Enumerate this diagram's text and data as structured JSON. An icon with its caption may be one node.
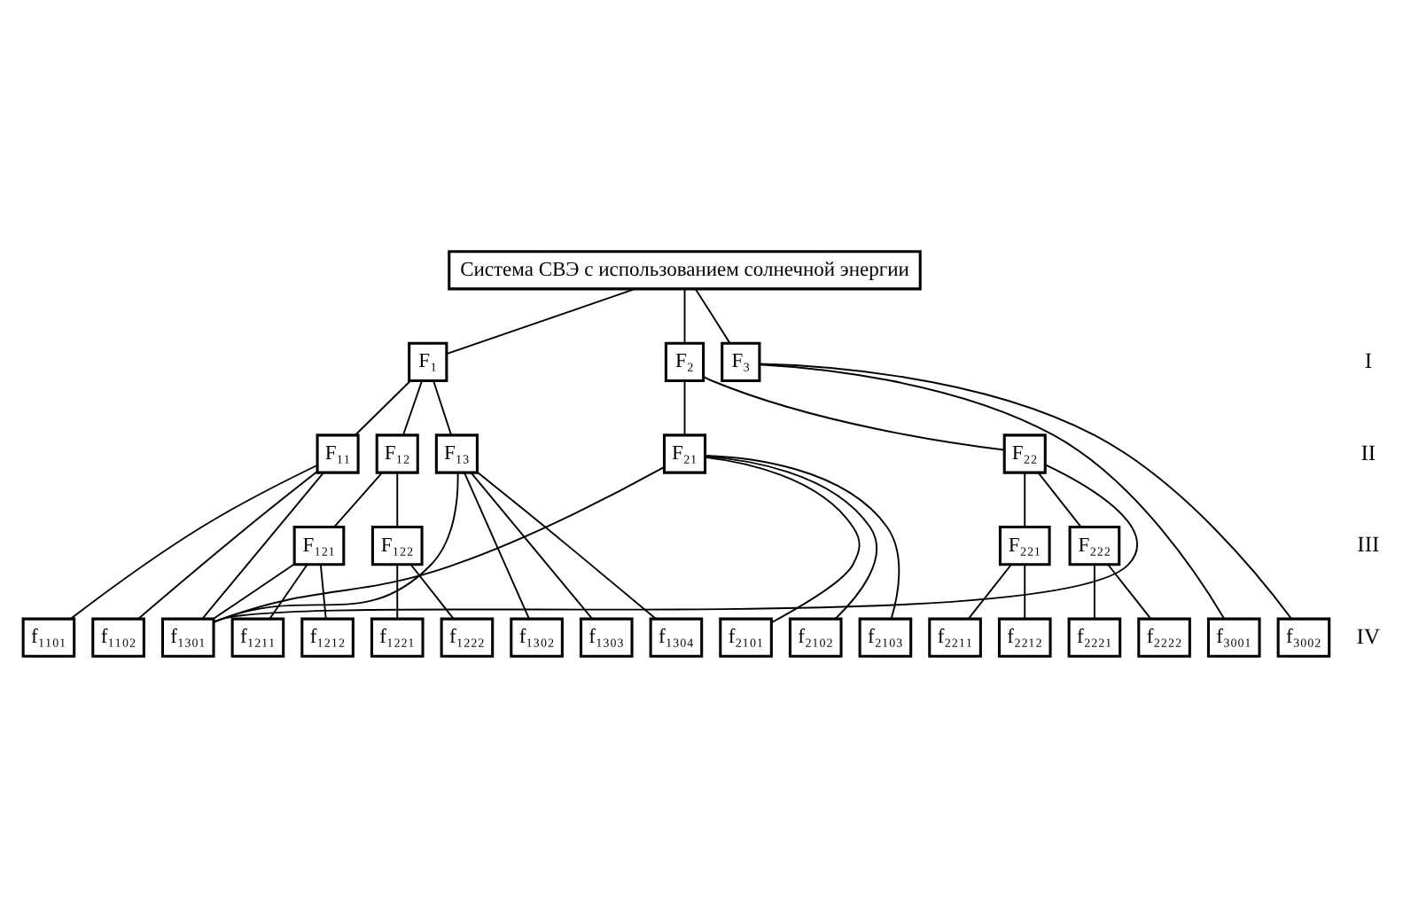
{
  "diagram": {
    "nodes": [
      {
        "text": [
          "Система СВЭ с использованием солнечной энергии"
        ]
      },
      {
        "text": [
          "F₁"
        ]
      },
      {
        "text": [
          "F₂"
        ]
      },
      {
        "text": [
          "F₃"
        ]
      },
      {
        "text": [
          "F₁₁"
        ]
      },
      {
        "text": [
          "F₁₂"
        ]
      },
      {
        "text": [
          "F₁₃"
        ]
      },
      {
        "text": [
          "F₂₁"
        ]
      },
      {
        "text": [
          "F₂₂"
        ]
      },
      {
        "text": [
          "F₁₂₁"
        ]
      },
      {
        "text": [
          "F₁₂₂"
        ]
      },
      {
        "text": [
          "F₂₂₁"
        ]
      },
      {
        "text": [
          "F₂₂₂"
        ]
      },
      {
        "text": [
          "f₁₁₀₁"
        ]
      },
      {
        "text": [
          "f₁₁₀₂"
        ]
      },
      {
        "text": [
          "f₁₂₁₁"
        ]
      },
      {
        "text": [
          "f₁₂₁₂"
        ]
      },
      {
        "text": [
          "f₁₂₂₁"
        ]
      },
      {
        "text": [
          "f₁₂₂₂"
        ]
      },
      {
        "text": [
          "f₁₃₀₁"
        ]
      },
      {
        "text": [
          "f₁₃₀₂"
        ]
      },
      {
        "text": [
          "f₁₃₀₃"
        ]
      },
      {
        "text": [
          "f₁₃₀₄"
        ]
      },
      {
        "text": [
          "f₂₁₀₁"
        ]
      },
      {
        "text": [
          "f₂₁₀₂"
        ]
      },
      {
        "text": [
          "f₂₁₀₃"
        ]
      },
      {
        "text": [
          "f₂₂₁₁"
        ]
      },
      {
        "text": [
          "f₂₂₁₂"
        ]
      },
      {
        "text": [
          "f₂₂₂₁"
        ]
      },
      {
        "text": [
          "f₂₂₂₂"
        ]
      },
      {
        "text": [
          "f₃₀₀₁"
        ]
      },
      {
        "text": [
          "f₃₀₀₂"
        ]
      }
    ],
    "edges": [
      {
        "from": 0,
        "to": 1,
        "arrow": "none"
      },
      {
        "from": 0,
        "to": 2,
        "arrow": "none"
      },
      {
        "from": 0,
        "to": 3,
        "arrow": "none"
      },
      {
        "from": 1,
        "to": 4,
        "arrow": "none"
      },
      {
        "from": 1,
        "to": 5,
        "arrow": "none"
      },
      {
        "from": 1,
        "to": 6,
        "arrow": "none"
      },
      {
        "from": 2,
        "to": 7,
        "arrow": "none"
      },
      {
        "from": 2,
        "to": 8,
        "arrow": "none"
      },
      {
        "from": 5,
        "to": 9,
        "arrow": "none"
      },
      {
        "from": 5,
        "to": 10,
        "arrow": "none"
      },
      {
        "from": 8,
        "to": 11,
        "arrow": "none"
      },
      {
        "from": 8,
        "to": 12,
        "arrow": "none"
      },
      {
        "from": 4,
        "to": 13,
        "arrow": "none"
      },
      {
        "from": 4,
        "to": 14,
        "arrow": "none"
      },
      {
        "from": 4,
        "to": 19,
        "arrow": "none"
      },
      {
        "from": 9,
        "to": 15,
        "arrow": "none"
      },
      {
        "from": 9,
        "to": 16,
        "arrow": "none"
      },
      {
        "from": 9,
        "to": 19,
        "arrow": "none"
      },
      {
        "from": 10,
        "to": 17,
        "arrow": "none"
      },
      {
        "from": 10,
        "to": 18,
        "arrow": "none"
      },
      {
        "from": 6,
        "to": 19,
        "arrow": "none"
      },
      {
        "from": 6,
        "to": 20,
        "arrow": "none"
      },
      {
        "from": 6,
        "to": 21,
        "arrow": "none"
      },
      {
        "from": 6,
        "to": 22,
        "arrow": "none"
      },
      {
        "from": 7,
        "to": 19,
        "arrow": "none"
      },
      {
        "from": 7,
        "to": 23,
        "arrow": "none"
      },
      {
        "from": 7,
        "to": 24,
        "arrow": "none"
      },
      {
        "from": 7,
        "to": 25,
        "arrow": "none"
      },
      {
        "from": 8,
        "to": 19,
        "arrow": "none"
      },
      {
        "from": 11,
        "to": 26,
        "arrow": "none"
      },
      {
        "from": 11,
        "to": 27,
        "arrow": "none"
      },
      {
        "from": 12,
        "to": 28,
        "arrow": "none"
      },
      {
        "from": 12,
        "to": 29,
        "arrow": "none"
      },
      {
        "from": 3,
        "to": 30,
        "arrow": "none"
      },
      {
        "from": 3,
        "to": 31,
        "arrow": "none"
      }
    ],
    "labels": [
      "I",
      "II",
      "III",
      "IV"
    ]
  }
}
